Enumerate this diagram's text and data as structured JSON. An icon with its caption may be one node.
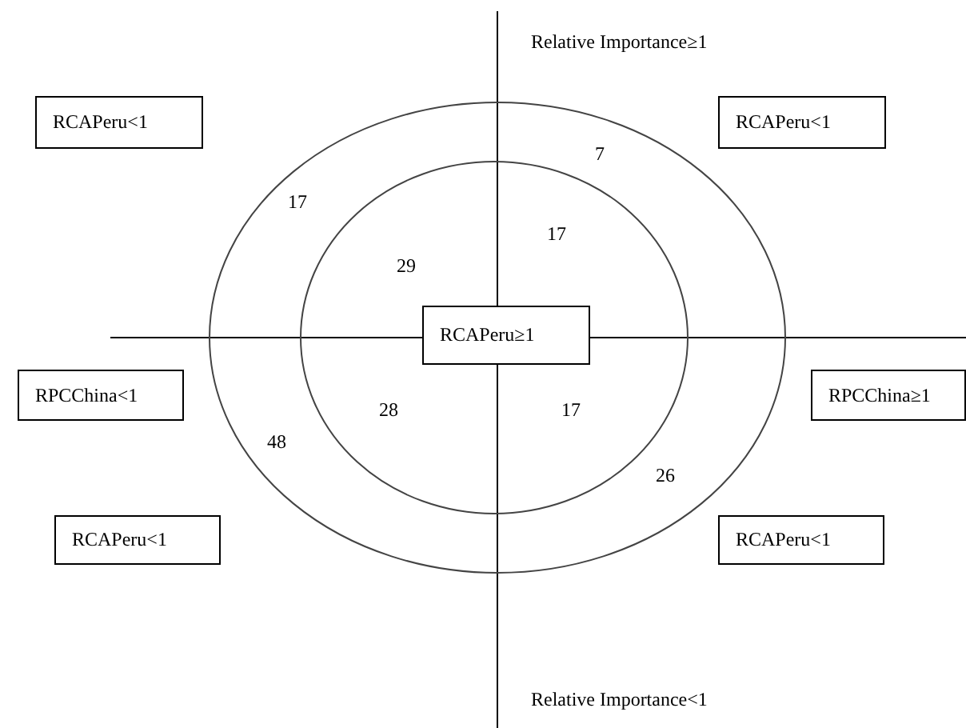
{
  "diagram": {
    "nodes": [
      {
        "text": [
          "RCAPeru<1"
        ]
      },
      {
        "text": [
          "RCAPeru<1"
        ]
      },
      {
        "text": [
          "RCAPeru≥1"
        ]
      },
      {
        "text": [
          "RPCChina<1"
        ]
      },
      {
        "text": [
          "RPCChina≥1"
        ]
      },
      {
        "text": [
          "RCAPeru<1"
        ]
      },
      {
        "text": [
          "RCAPeru<1"
        ]
      }
    ],
    "edges": [],
    "labels": [
      "Relative Importance≥1",
      "7",
      "17",
      "17",
      "29",
      "28",
      "17",
      "48",
      "26",
      "Relative Importance<1"
    ]
  }
}
